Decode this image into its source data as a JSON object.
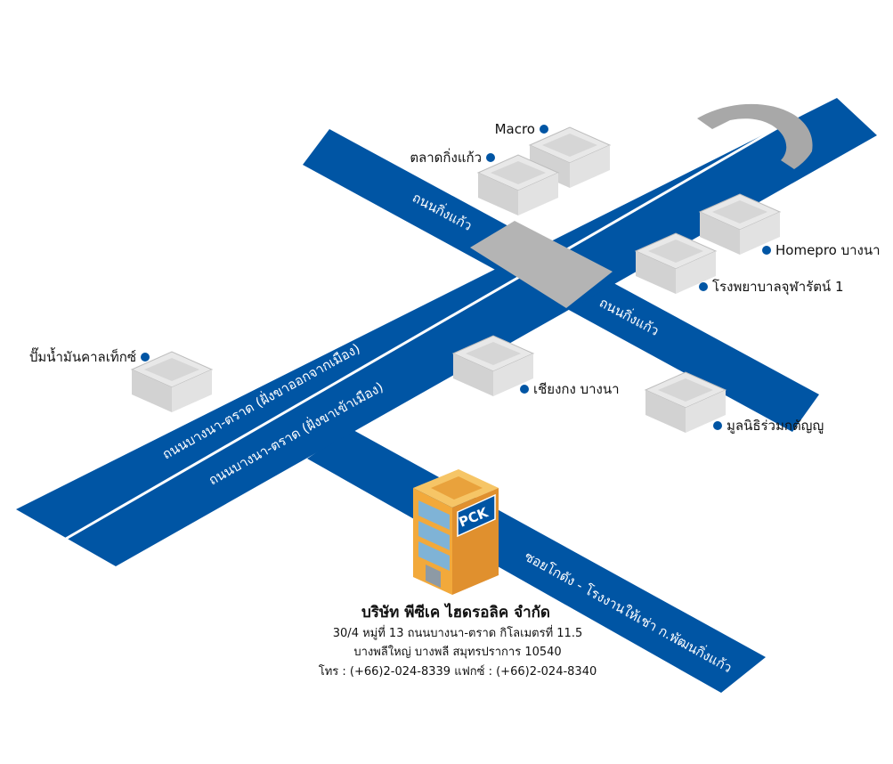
{
  "colors": {
    "road": "#0055a4",
    "road_line": "#ffffff",
    "intersection": "#b4b4b4",
    "building_top": "#e8e8e8",
    "building_side": "#d2d2d2",
    "marker": "#0055a4",
    "company_building": "#f2a93b"
  },
  "roads": {
    "main_outbound": "ถนนบางนา-ตราด (ฝั่งขาออกจากเมือง)",
    "main_inbound": "ถนนบางนา-ตราด (ฝั่งขาเข้าเมือง)",
    "kingkaew_north": "ถนนกิ่งแก้ว",
    "kingkaew_south": "ถนนกิ่งแก้ว",
    "soi": "ซอยโกดัง - โรงงานให้เช่า ก.พัฒนกิ่งแก้ว"
  },
  "landmarks": [
    {
      "id": "macro",
      "name": "Macro",
      "icon": "map-marker-icon"
    },
    {
      "id": "kingkaew-market",
      "name": "ตลาดกิ่งแก้ว",
      "icon": "map-marker-icon"
    },
    {
      "id": "homepro",
      "name": "Homepro บางนา",
      "icon": "map-marker-icon"
    },
    {
      "id": "chularat-hospital",
      "name": "โรงพยาบาลจุฬารัตน์ 1",
      "icon": "map-marker-icon"
    },
    {
      "id": "caltex",
      "name": "ปั๊มน้ำมันคาลเท็กซ์",
      "icon": "map-marker-icon"
    },
    {
      "id": "chiang-kong",
      "name": "เชียงกง บางนา",
      "icon": "map-marker-icon"
    },
    {
      "id": "ruamkatanyu",
      "name": "มูลนิธิร่วมกตัญญู",
      "icon": "map-marker-icon"
    }
  ],
  "company": {
    "logo": "PCK",
    "name": "บริษัท พีซีเค ไฮดรอลิค จำกัด",
    "address_line1": "30/4 หมู่ที่ 13 ถนนบางนา-ตราด กิโลเมตรที่ 11.5",
    "address_line2": "บางพลีใหญ่ บางพลี สมุทรปราการ 10540",
    "contact": "โทร : (+66)2-024-8339 แฟกซ์ : (+66)2-024-8340"
  }
}
